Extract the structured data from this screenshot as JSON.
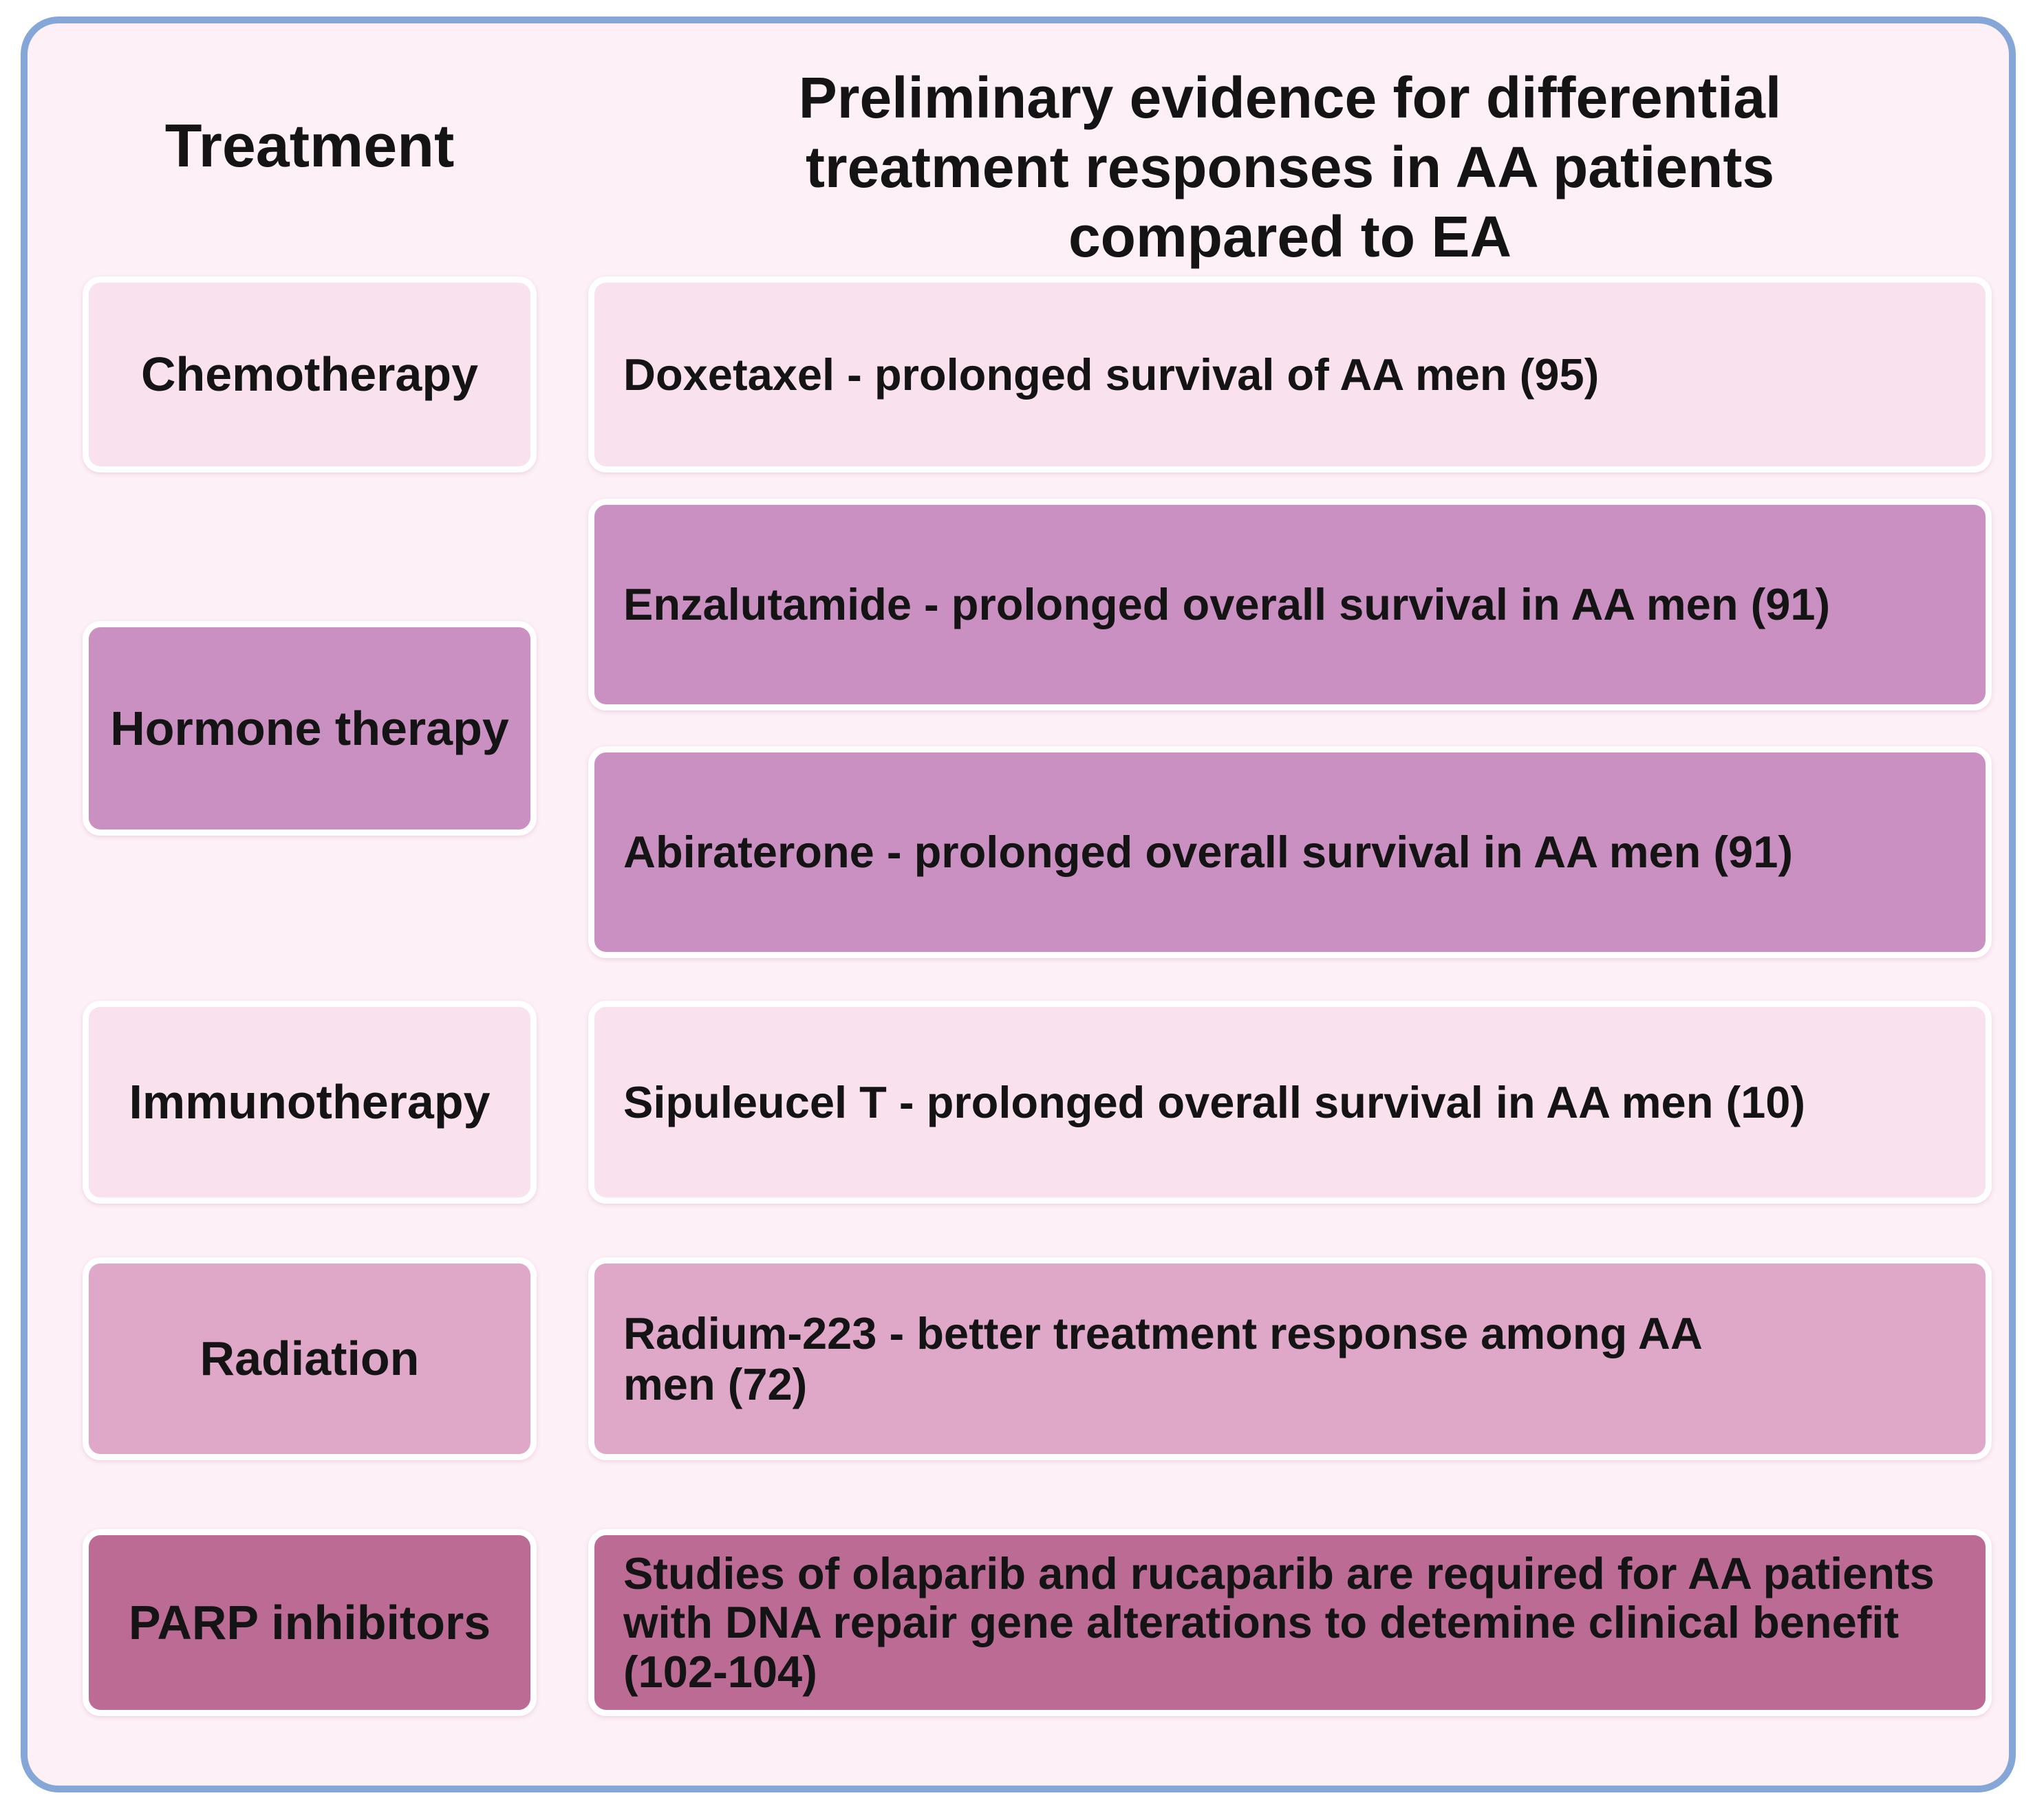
{
  "header": {
    "treatment_column": "Treatment",
    "evidence_column_title": "Preliminary evidence for differential treatment responses in AA patients compared to EA"
  },
  "rows": [
    {
      "treatment": "Chemotherapy",
      "evidence": [
        "Doxetaxel - prolonged survival of AA men (95)"
      ]
    },
    {
      "treatment": "Hormone therapy",
      "evidence": [
        "Enzalutamide - prolonged overall survival in AA men (91)",
        "Abiraterone - prolonged overall survival in AA men (91)"
      ]
    },
    {
      "treatment": "Immunotherapy",
      "evidence": [
        "Sipuleucel T - prolonged overall survival in AA men (10)"
      ]
    },
    {
      "treatment": "Radiation",
      "evidence": [
        "Radium-223 - better treatment response among AA men (72)"
      ]
    },
    {
      "treatment": "PARP inhibitors",
      "evidence": [
        "Studies of olaparib and rucaparib are required for AA patients with DNA repair gene alterations to detemine clinical benefit (102-104)"
      ]
    }
  ],
  "colors": {
    "panel_background": "#fdf0f7",
    "panel_border": "#84a7d8",
    "light": "#f9e1ee",
    "orchid": "#cb90c2",
    "medium": "#dfa8c8",
    "dark": "#bc6b95",
    "text": "#141414"
  }
}
